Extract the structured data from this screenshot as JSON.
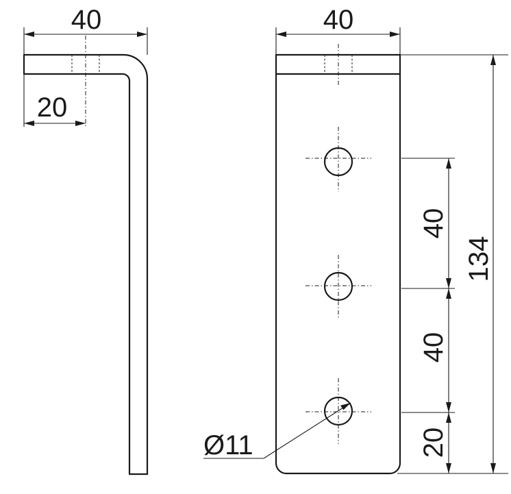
{
  "drawing": {
    "side_view": {
      "width_dim": "40",
      "hole_offset_dim": "20"
    },
    "front_view": {
      "width_dim": "40",
      "hole_spacing_upper_dim": "40",
      "hole_spacing_lower_dim": "40",
      "bottom_offset_dim": "20",
      "total_height_dim": "134",
      "hole_diameter_dim": "Ø11"
    }
  }
}
